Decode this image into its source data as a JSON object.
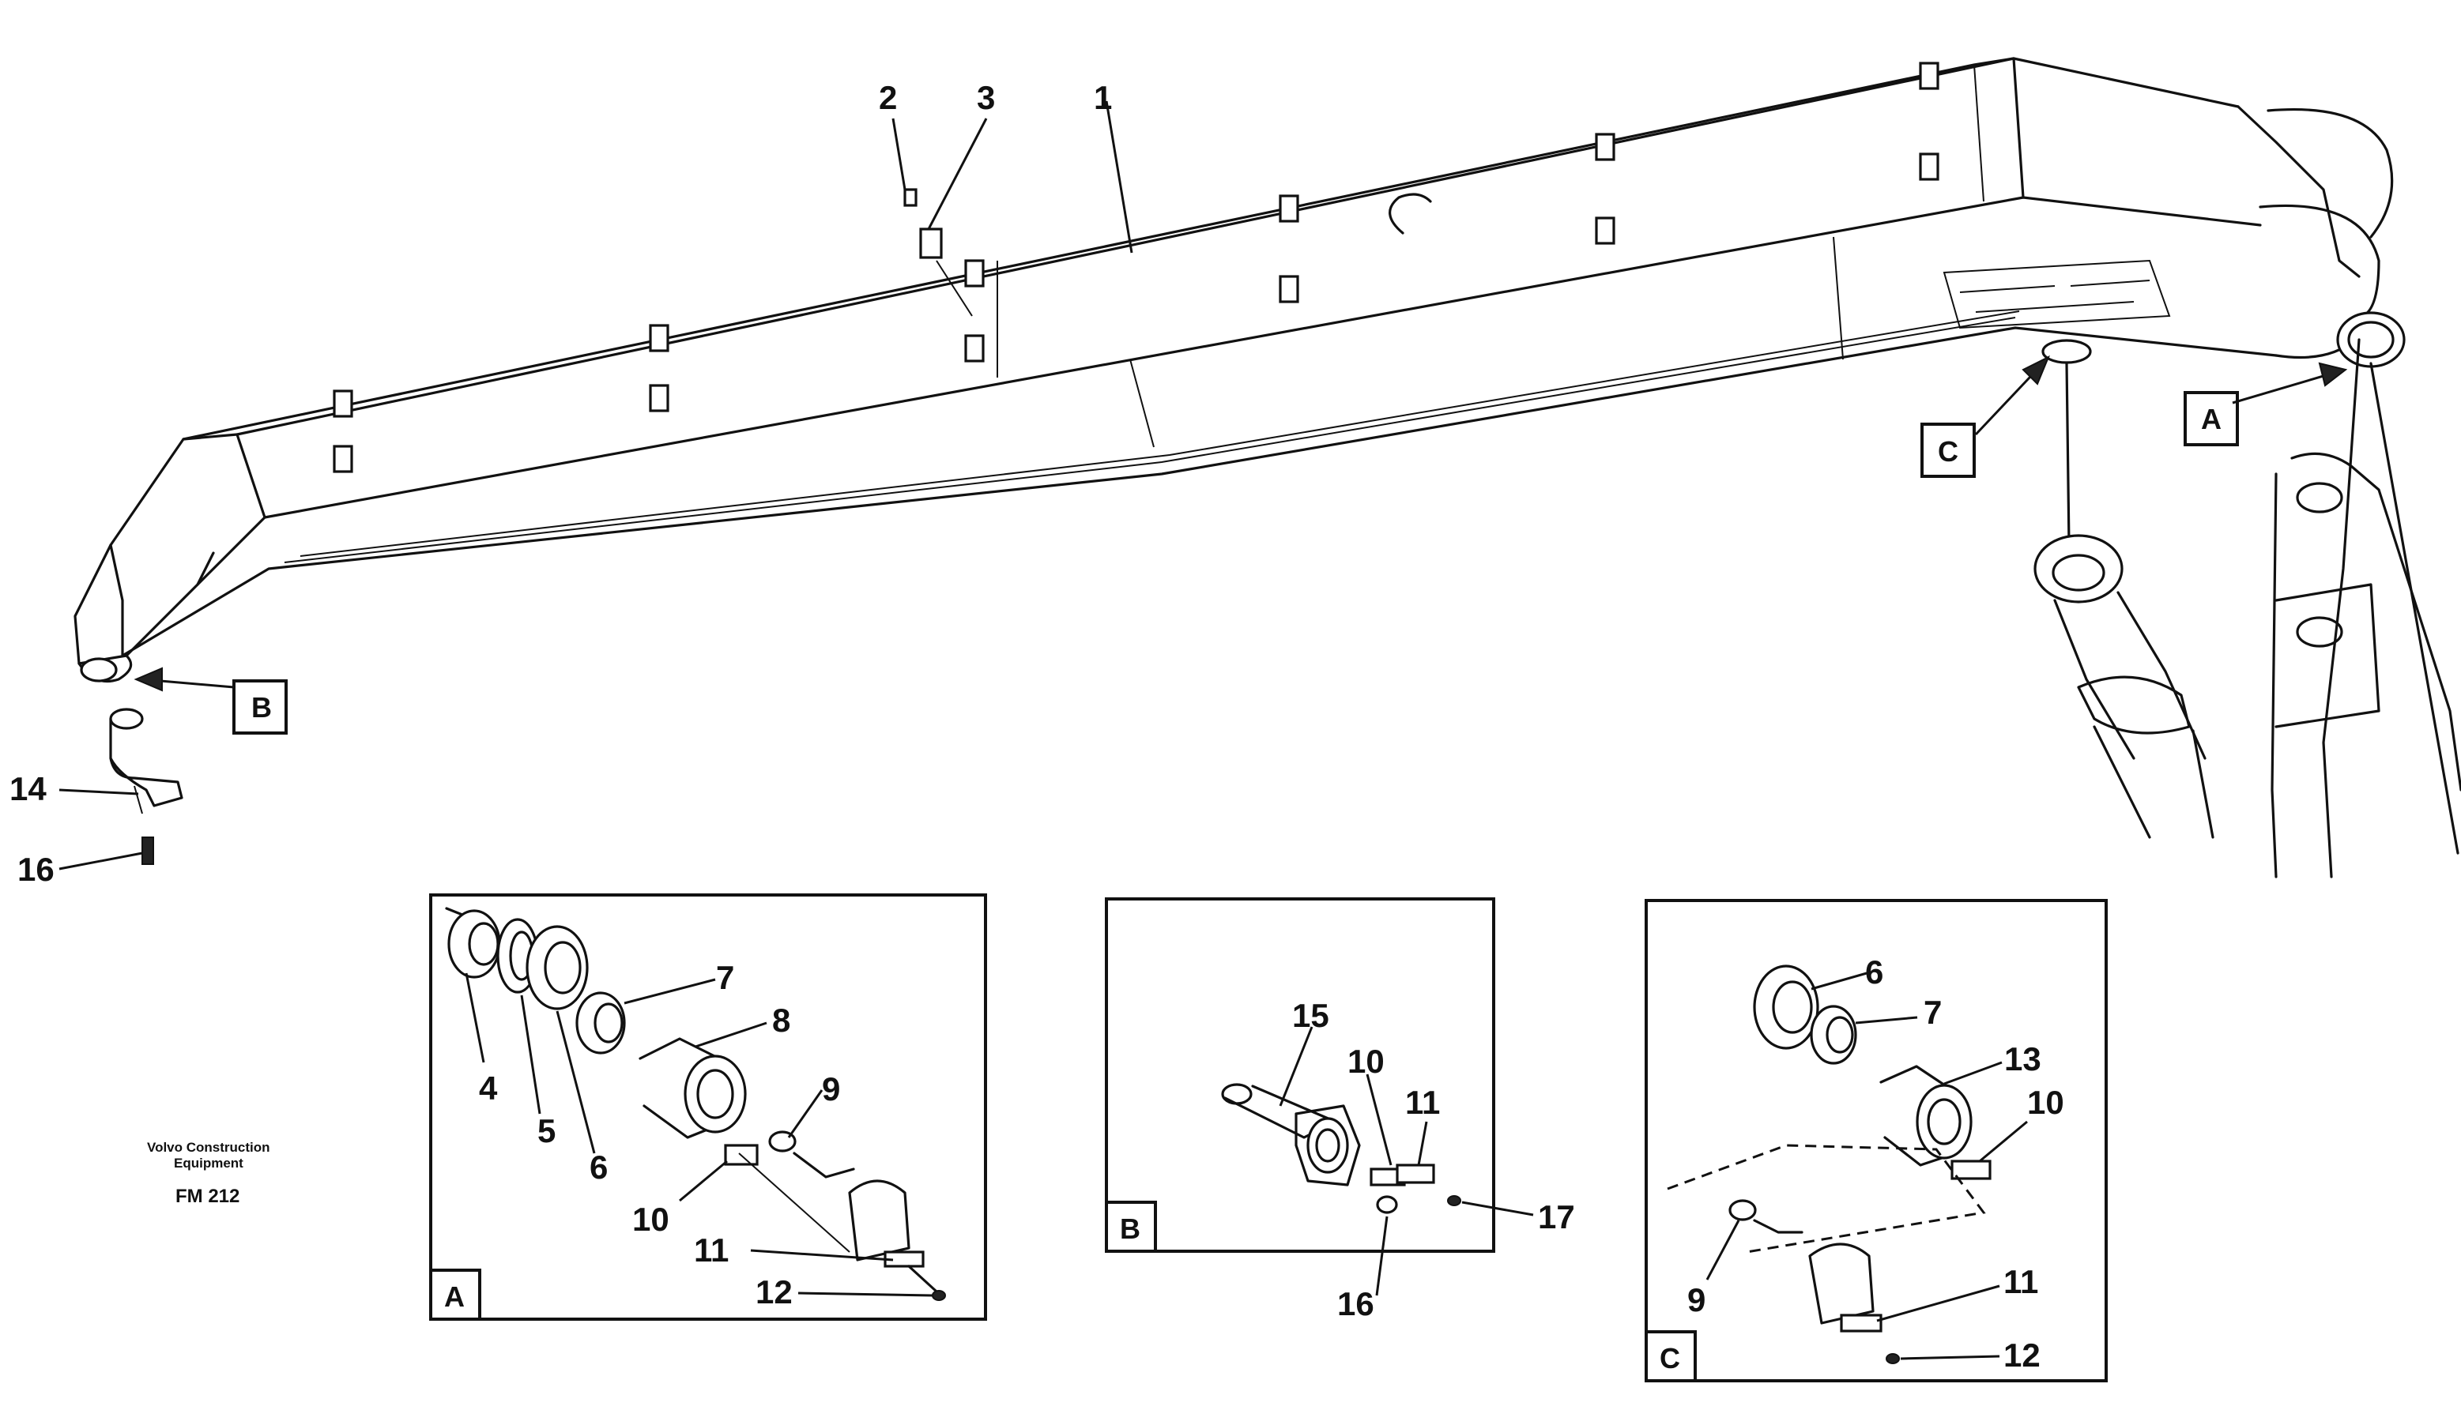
{
  "caption": {
    "line1": "Volvo Construction",
    "line2": "Equipment",
    "code": "FM 212"
  },
  "main_callouts": {
    "c1": "1",
    "c2": "2",
    "c3": "3",
    "c14": "14",
    "c16": "16"
  },
  "view_tags": {
    "a": "A",
    "b": "B",
    "c": "C"
  },
  "detail_a": {
    "tag": "A",
    "c4": "4",
    "c5": "5",
    "c6": "6",
    "c7": "7",
    "c8": "8",
    "c9": "9",
    "c10": "10",
    "c11": "11",
    "c12": "12"
  },
  "detail_b": {
    "tag": "B",
    "c15": "15",
    "c10": "10",
    "c11": "11",
    "c16": "16",
    "c17": "17"
  },
  "detail_c": {
    "tag": "C",
    "c6": "6",
    "c7": "7",
    "c13": "13",
    "c10": "10",
    "c9": "9",
    "c11": "11",
    "c12": "12"
  }
}
